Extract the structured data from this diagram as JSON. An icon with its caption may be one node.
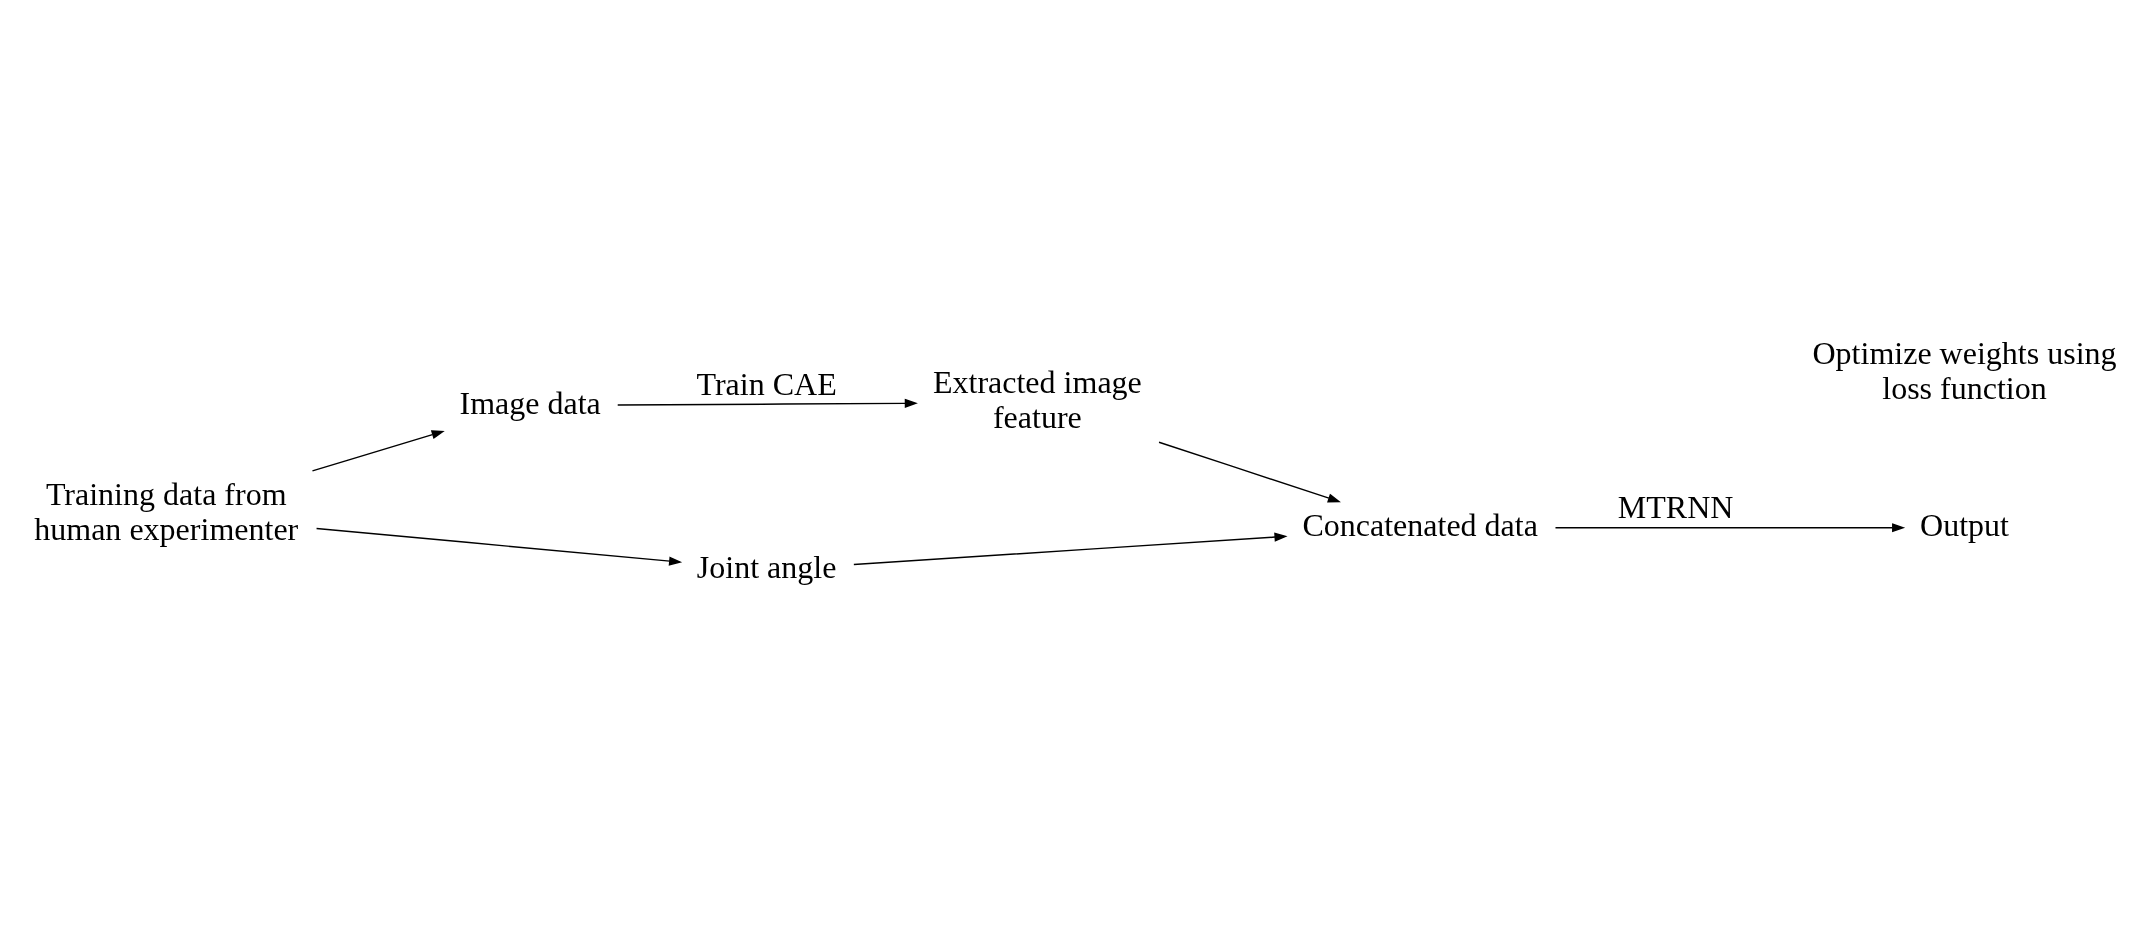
{
  "diagram": {
    "nodes": [
      {
        "text": [
          "Training data from human experimenter"
        ]
      },
      {
        "text": [
          "Image data"
        ]
      },
      {
        "text": [
          "Joint angle"
        ]
      },
      {
        "text": [
          "Extracted image feature"
        ]
      },
      {
        "text": [
          "Concatenated data"
        ]
      },
      {
        "text": [
          "Output"
        ]
      }
    ],
    "edges": [
      {
        "from": 0,
        "to": 1,
        "arrow": "to"
      },
      {
        "from": 0,
        "to": 2,
        "arrow": "to"
      },
      {
        "from": 1,
        "to": 3,
        "arrow": "to",
        "label": "Train CAE"
      },
      {
        "from": 2,
        "to": 4,
        "arrow": "to"
      },
      {
        "from": 3,
        "to": 4,
        "arrow": "to"
      },
      {
        "from": 4,
        "to": 5,
        "arrow": "to",
        "label": "MTRNN"
      }
    ],
    "labels": [
      "Optimize weights using loss function"
    ]
  }
}
